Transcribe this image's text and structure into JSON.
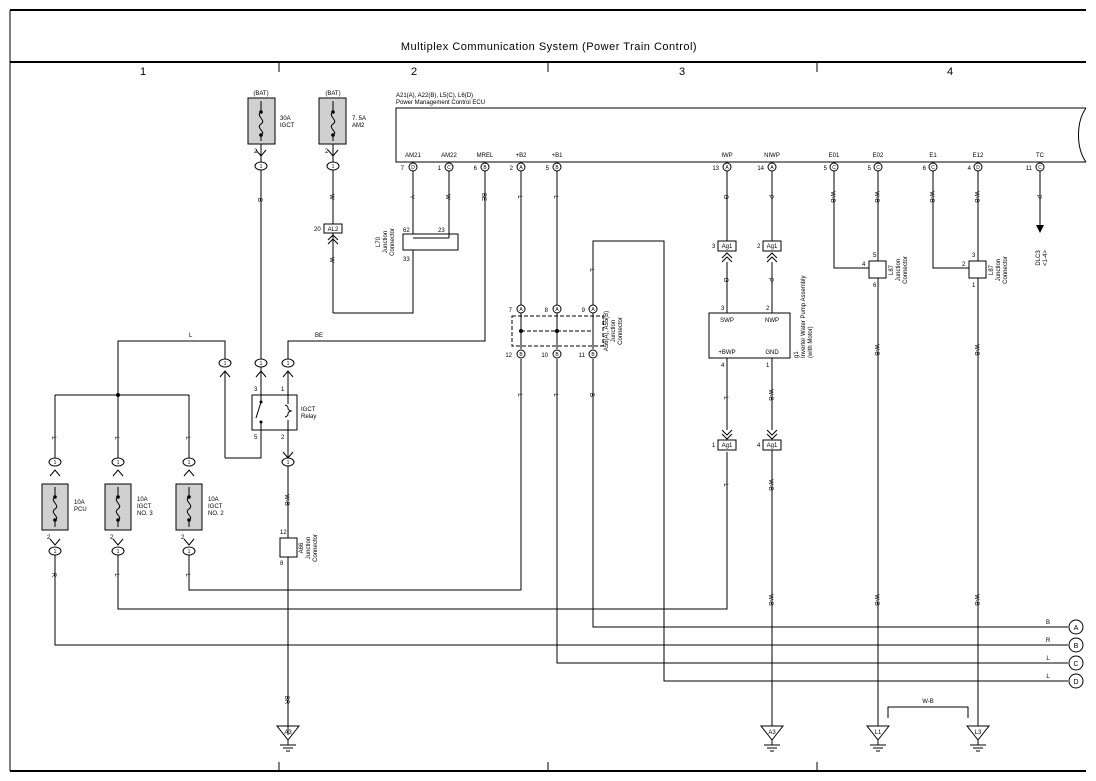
{
  "title": "Multiplex Communication System (Power Train Control)",
  "columns": [
    "1",
    "2",
    "3",
    "4"
  ],
  "ecu": {
    "label1": "A21(A), A22(B), L5(C), L6(D)",
    "label2": "Power Management Control ECU",
    "pins": [
      {
        "name": "AM21",
        "num": "7",
        "conn": "D"
      },
      {
        "name": "AM22",
        "num": "1",
        "conn": "C"
      },
      {
        "name": "MREL",
        "num": "6",
        "conn": "B"
      },
      {
        "name": "+B2",
        "num": "2",
        "conn": "A"
      },
      {
        "name": "+B1",
        "num": "5",
        "conn": "B"
      },
      {
        "name": "IWP",
        "num": "13",
        "conn": "A"
      },
      {
        "name": "NIWP",
        "num": "14",
        "conn": "A"
      },
      {
        "name": "E01",
        "num": "5",
        "conn": "C"
      },
      {
        "name": "E02",
        "num": "5",
        "conn": "C"
      },
      {
        "name": "E1",
        "num": "6",
        "conn": "C"
      },
      {
        "name": "E12",
        "num": "4",
        "conn": "D"
      },
      {
        "name": "TC",
        "num": "11",
        "conn": "C"
      }
    ]
  },
  "fuses": {
    "bat": "(BAT)",
    "igct30": {
      "l1": "30A",
      "l2": "IGCT"
    },
    "am2": {
      "l1": "7. 5A",
      "l2": "AM2"
    },
    "pcu": {
      "l1": "10A",
      "l2": "PCU"
    },
    "igct3": {
      "l1": "10A",
      "l2": "IGCT",
      "l3": "NO. 3"
    },
    "igct2": {
      "l1": "10A",
      "l2": "IGCT",
      "l3": "NO. 2"
    }
  },
  "relay": {
    "l1": "IGCT",
    "l2": "Relay",
    "p3": "3",
    "p1": "1",
    "p5": "5",
    "p2": "2"
  },
  "components": {
    "l70": {
      "l1": "L70",
      "l2": "Junction",
      "l3": "Connector",
      "p62": "62",
      "p23": "23",
      "p33": "33"
    },
    "a56": {
      "l1": "A56(A), A55(B)",
      "l2": "Junction",
      "l3": "Connector"
    },
    "a66": {
      "l1": "A66",
      "l2": "Junction",
      "l3": "Connector",
      "p12": "12",
      "p8": "8"
    },
    "pump": {
      "l1": "g1",
      "l2": "Inverter Water Pump Assembly",
      "l3": "(with Motor)",
      "swp": "SWP",
      "nwp": "NWP",
      "bwp": "+BWP",
      "gnd": "GND",
      "p3": "3",
      "p2": "2",
      "p4": "4",
      "p1": "1"
    },
    "l87a": {
      "l1": "L87",
      "l2": "Junction",
      "l3": "Connector",
      "p5": "5",
      "p4": "4",
      "p6": "6"
    },
    "l87b": {
      "l1": "L87",
      "l2": "Junction",
      "l3": "Connector",
      "p3": "3",
      "p2": "2",
      "p1": "1"
    },
    "dlc3": {
      "l1": "DLC3",
      "l2": "<1-4>"
    },
    "al2": "AL2",
    "ag1": "Ag1"
  },
  "wires": {
    "w": "W",
    "b": "B",
    "y": "Y",
    "be": "BE",
    "l": "L",
    "g": "G",
    "p": "P",
    "wb": "W-B",
    "r": "R",
    "br": "BR"
  },
  "offpage": [
    "A",
    "B",
    "C",
    "D"
  ],
  "grounds": [
    "A3",
    "A3",
    "L1",
    "L3"
  ],
  "nums": {
    "n1": "1",
    "n2": "2",
    "n3": "3",
    "n4": "4",
    "n5": "5",
    "n6": "6",
    "n7": "7",
    "n8": "8",
    "n9": "9",
    "n10": "10",
    "n11": "11",
    "n12": "12",
    "n13": "13",
    "n14": "14",
    "n20": "20"
  }
}
